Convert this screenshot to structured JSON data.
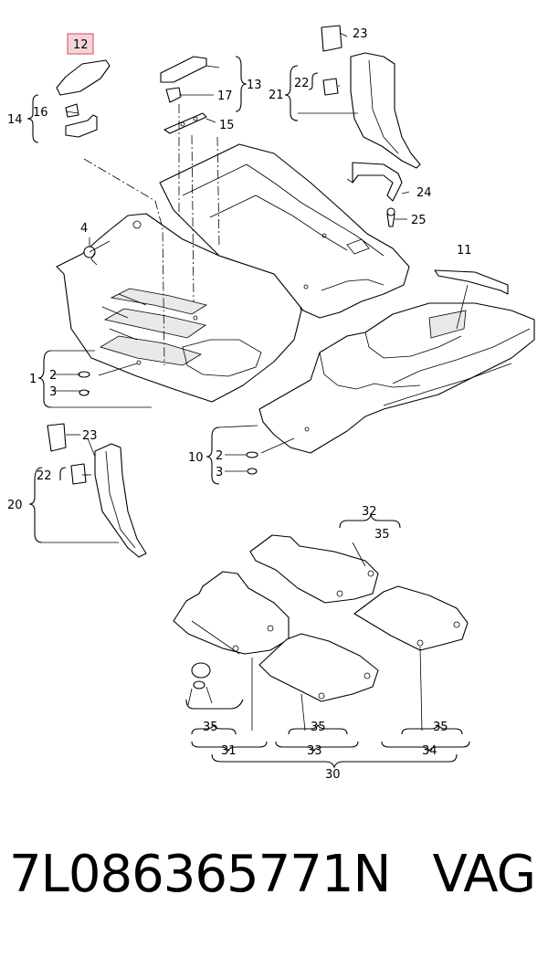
{
  "labels": {
    "l1": "1",
    "l2a": "2",
    "l3a": "3",
    "l4": "4",
    "l10": "10",
    "l2b": "2",
    "l3b": "3",
    "l11": "11",
    "l12": "12",
    "l13": "13",
    "l14": "14",
    "l15": "15",
    "l16": "16",
    "l17": "17",
    "l20": "20",
    "l21": "21",
    "l22a": "22",
    "l22b": "22",
    "l23a": "23",
    "l23b": "23",
    "l24": "24",
    "l25": "25",
    "l30": "30",
    "l31": "31",
    "l32": "32",
    "l33": "33",
    "l34": "34",
    "l35a": "35",
    "l35b": "35",
    "l35c": "35",
    "l35d": "35"
  },
  "highlight_color": "#d84a5a",
  "footer": {
    "part_number": "7L086365771N",
    "brand": "VAG"
  }
}
